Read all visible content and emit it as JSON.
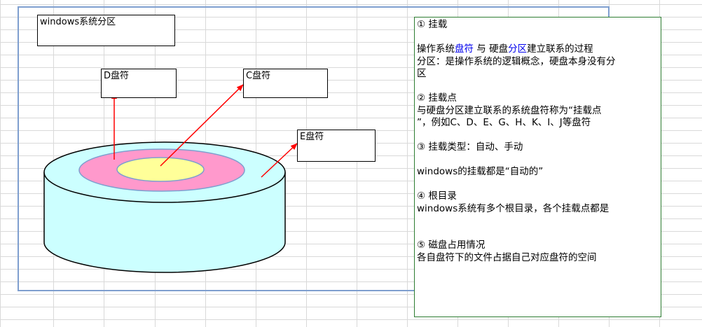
{
  "title_box": {
    "text": "windows系统分区"
  },
  "labels": {
    "d": "D盘符",
    "c": "C盘符",
    "e": "E盘符"
  },
  "notes": {
    "s1_title": "① 挂载",
    "s1_line1_a": "操作系统",
    "s1_line1_b": "盘符",
    "s1_line1_c": " 与 硬盘",
    "s1_line1_d": "分区",
    "s1_line1_e": "建立联系的过程",
    "s1_line2": "分区：是操作系统的逻辑概念，硬盘本身没有分",
    "s1_line3": "区",
    "s2_title": "② 挂载点",
    "s2_line1": "与硬盘分区建立联系的系统盘符称为“挂载点",
    "s2_line2": "”，例如C、D、E、G、H、K、I、J等盘符",
    "s3_title": "③ 挂载类型：自动、手动",
    "s3_line1": "windows的挂载都是“自动的”",
    "s4_title": "④ 根目录",
    "s4_line1": "windows系统有多个根目录，各个挂载点都是",
    "s5_title": "⑤ 磁盘占用情况",
    "s5_line1": "各自盘符下的文件占据自己对应盘符的空间"
  },
  "colors": {
    "cylinder": "#ccffff",
    "middle_ring": "#ff99cc",
    "inner_ring": "#ffff99",
    "ring_border": "#7f9fcf",
    "arrow": "#ff0000",
    "frame": "#7f9fcf",
    "notes_border": "#2e7d32",
    "grid": "#d9d9d9"
  }
}
